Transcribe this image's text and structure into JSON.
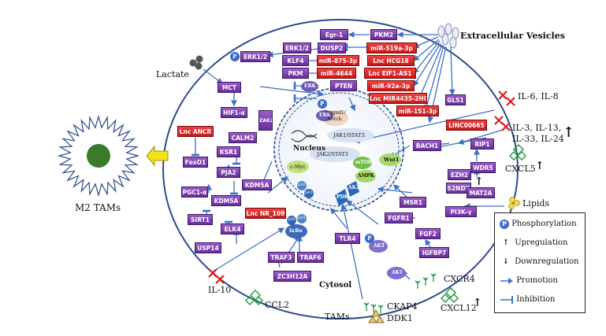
{
  "labels": {
    "extracellular_vesicles": "Extracellular Vesicles",
    "lactate": "Lactate",
    "m2_tams": "M2 TAMs",
    "nucleus": "Nucleus",
    "cytosol": "Cytosol",
    "tams": "TAMs",
    "il6_il8": "IL-6, IL-8",
    "il3_il13": "IL-3, IL-13,",
    "il33_il24": "IL-33, IL-24",
    "cxcl5": "CXCL5",
    "lipids": "Lipids",
    "il10": "IL-10",
    "ccl2": "CCL2",
    "cxcr4": "CXCR4",
    "cxcl12": "CXCL12",
    "ckap4": "CKAP4",
    "ddk1": "DDK1",
    "jagged_notch_1": "Jagged1/",
    "jagged_notch_2": "Notch",
    "jak1_stat3": "JAK1/STAT3",
    "jak2_stat3": "JAK2/STAT3",
    "ikbkb": "IκBα",
    "p50": "p50",
    "p65": "p65",
    "ak2": "AK2",
    "akt": "AKT",
    "ak1": "AK1",
    "erk": "ERK",
    "p": "P",
    "cmyc": "c-Myc",
    "wnt1": "Wnt1",
    "mtor": "mTOR",
    "ampk": "AMPK",
    "pdk": "PDK"
  },
  "purple_boxes": {
    "egr1": "Egr-1",
    "pkm2": "PKM2",
    "erk12a": "ERK1/2",
    "dusp2": "DUSP2",
    "erk12b": "ERK1/2",
    "klf4": "KLF4",
    "pkm": "PKM",
    "pten": "PTEN",
    "mct": "MCT",
    "hif1a": "HIF1-α",
    "zak2": "ZAK2",
    "calm2": "CALM2",
    "foxo1": "FoxO1",
    "ksr1": "KSR1",
    "pja2": "PJA2",
    "kdm5a_a": "KDM5A",
    "pgc1a": "PGC1-α",
    "kdm5a_b": "KDM5A",
    "sirt1": "SIRT1",
    "elk4": "ELK4",
    "usp14": "USP14",
    "traf3": "TRAF3",
    "traf6": "TRAF6",
    "zc3h12a": "ZC3H12A",
    "tlr4": "TLR4",
    "msr1": "MSR1",
    "fgfr1": "FGFR1",
    "fgf2": "FGF2",
    "igfbp7": "IGFBP7",
    "bach1": "BACH1",
    "ezh2": "EZH2",
    "s2ndx": "S2NDX",
    "rip1": "RIP1",
    "wdr5": "WDR5",
    "mat2a": "MAT2A",
    "pi3kg": "PI3K-γ",
    "gls1": "GLS1"
  },
  "red_boxes": {
    "mir519": "miR-519a-3p",
    "lnc_hcg18": "Lnc HCG18",
    "mir875": "miR-875-3p",
    "lnc_eif1": "Lnc EIF1-AS1",
    "mir4644": "miR-4644",
    "mir92": "miR-92a-3p",
    "lnc_mir4435": "Lnc MIR4435-2HG",
    "mir151": "miR-151-3p",
    "lnc_ancr": "Lnc ANCR",
    "lnc_nr109": "Lnc NR_109",
    "linc00665": "LINC00665"
  },
  "legend": {
    "phosphorylation": "Phosphorylation",
    "upregulation": "Upregulation",
    "downregulation": "Downregulation",
    "promotion": "Promotion",
    "inhibition": "Inhibition",
    "p_symbol": "P",
    "up_symbol": "↑",
    "down_symbol": "↓"
  },
  "colors": {
    "arrow_blue": "#3d6fc4",
    "purple_box": "#7b3cae",
    "red_box": "#e32626",
    "green_cluster": "#1f9a3c",
    "m2_core": "#3a7a2a",
    "yellow_arrow": "#f3e21a"
  }
}
